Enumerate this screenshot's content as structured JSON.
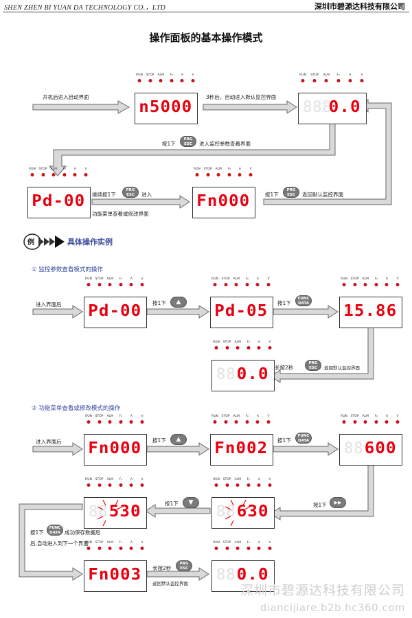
{
  "header": {
    "company_en": "SHEN ZHEN BI YUAN DA TECHNOLOGY CO.，LTD",
    "company_cn": "深圳市碧源达科技有限公司"
  },
  "title": "操作面板的基本操作模式",
  "led_labels": [
    "RUN",
    "STOP",
    "ALM",
    "F₀",
    "A",
    "V"
  ],
  "keys": {
    "prg": [
      "PRG",
      "ESC"
    ],
    "func": [
      "FUNC",
      "DATA"
    ],
    "up": "▲",
    "down": "▼",
    "shift": "▶▶"
  },
  "flow1": {
    "boot_text": "开机后进入启动界面",
    "display_boot": "n5000",
    "after3s": "3秒后，自动进入默认监控界面",
    "display_monitor": "0.0",
    "press_prg_enter": "按1下",
    "press_prg_enter_tail": "进入监控参数查看界面",
    "display_pd": "Pd-00",
    "continue_press": "继续按1下",
    "continue_tail": "进入",
    "continue_line2": "功能菜单查看或修改界面",
    "display_fn": "Fn000",
    "back_press": "按1下",
    "back_tail": "返回默认监控界面"
  },
  "example": {
    "badge": "例",
    "heading": "具体操作实例"
  },
  "section1": {
    "title": "① 监控参数查看模式的操作",
    "enter": "进入界面后",
    "display_a": "Pd-00",
    "press_up": "按1下",
    "display_b": "Pd-05",
    "press_func": "按1下",
    "display_c": "15.86",
    "long_press": "长按2秒",
    "return_text": "返回默认监控界面",
    "display_d": "0.0"
  },
  "section2": {
    "title": "② 功能菜单查看或修改模式的操作",
    "enter": "进入界面后",
    "display_a": "Fn000",
    "press_up": "按1下",
    "display_b": "Fn002",
    "press_func": "按1下",
    "display_c": "600",
    "press_shift": "按1下",
    "display_d": "630",
    "press_down": "按1下",
    "display_e": "530",
    "save_line1a": "按1下",
    "save_line1b": "成功保存数据后",
    "save_line2": "后,自动进入到下一个界面",
    "display_f": "Fn003",
    "long_press": "长按2秒",
    "return_text": "返回默认监控界面",
    "display_g": "0.0"
  },
  "watermark": {
    "line1": "深圳市碧源达科技有限公司",
    "line2": "diancijiare.b2b.hc360.com"
  }
}
